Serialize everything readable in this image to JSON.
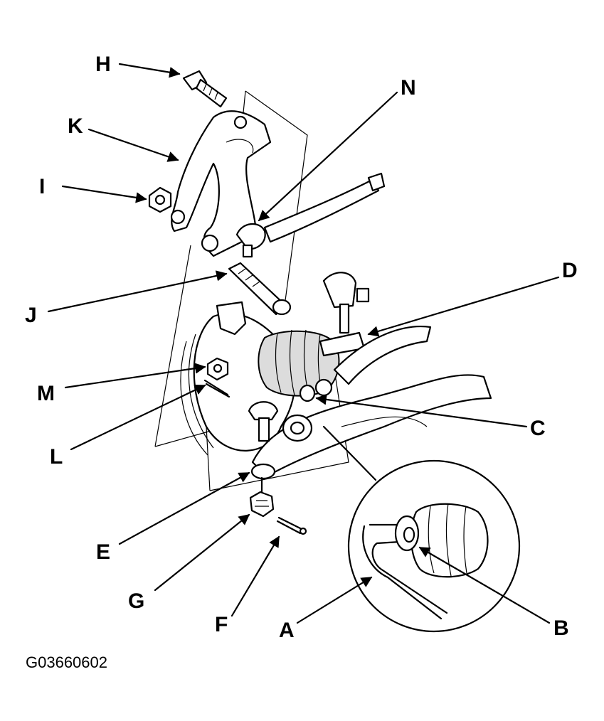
{
  "figure": {
    "id_code": "G03660602",
    "callouts": {
      "A": "A",
      "B": "B",
      "C": "C",
      "D": "D",
      "E": "E",
      "F": "F",
      "G": "G",
      "H": "H",
      "I": "I",
      "J": "J",
      "K": "K",
      "L": "L",
      "M": "M",
      "N": "N"
    }
  }
}
